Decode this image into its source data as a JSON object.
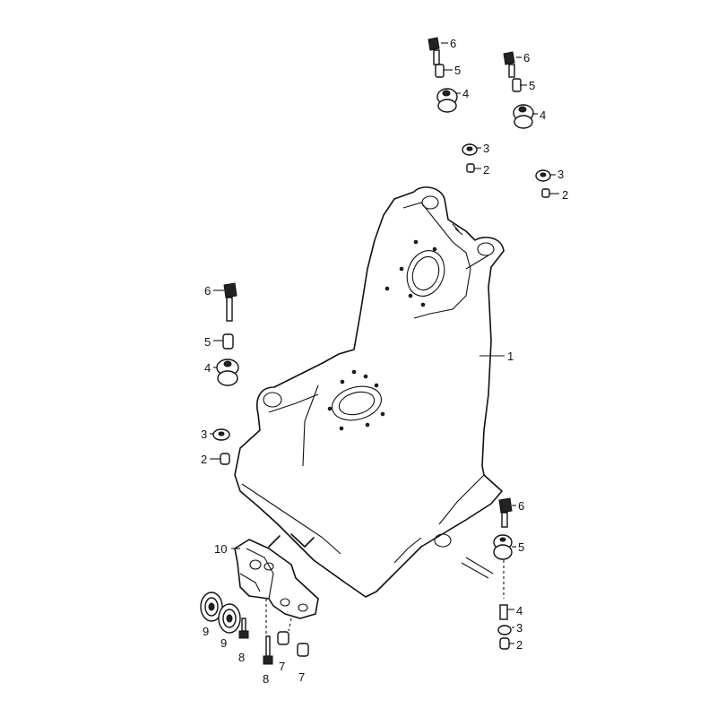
{
  "diagram": {
    "callouts": [
      {
        "id": "c1",
        "label": "1"
      },
      {
        "id": "c2a",
        "label": "2"
      },
      {
        "id": "c2b",
        "label": "2"
      },
      {
        "id": "c2c",
        "label": "2"
      },
      {
        "id": "c2d",
        "label": "2"
      },
      {
        "id": "c3a",
        "label": "3"
      },
      {
        "id": "c3b",
        "label": "3"
      },
      {
        "id": "c3c",
        "label": "3"
      },
      {
        "id": "c3d",
        "label": "3"
      },
      {
        "id": "c4a",
        "label": "4"
      },
      {
        "id": "c4b",
        "label": "4"
      },
      {
        "id": "c4c",
        "label": "4"
      },
      {
        "id": "c4d",
        "label": "4"
      },
      {
        "id": "c5a",
        "label": "5"
      },
      {
        "id": "c5b",
        "label": "5"
      },
      {
        "id": "c5c",
        "label": "5"
      },
      {
        "id": "c5d",
        "label": "5"
      },
      {
        "id": "c6a",
        "label": "6"
      },
      {
        "id": "c6b",
        "label": "6"
      },
      {
        "id": "c6c",
        "label": "6"
      },
      {
        "id": "c6d",
        "label": "6"
      },
      {
        "id": "c7a",
        "label": "7"
      },
      {
        "id": "c7b",
        "label": "7"
      },
      {
        "id": "c8a",
        "label": "8"
      },
      {
        "id": "c8b",
        "label": "8"
      },
      {
        "id": "c9a",
        "label": "9"
      },
      {
        "id": "c9b",
        "label": "9"
      },
      {
        "id": "c10",
        "label": "10"
      }
    ]
  }
}
